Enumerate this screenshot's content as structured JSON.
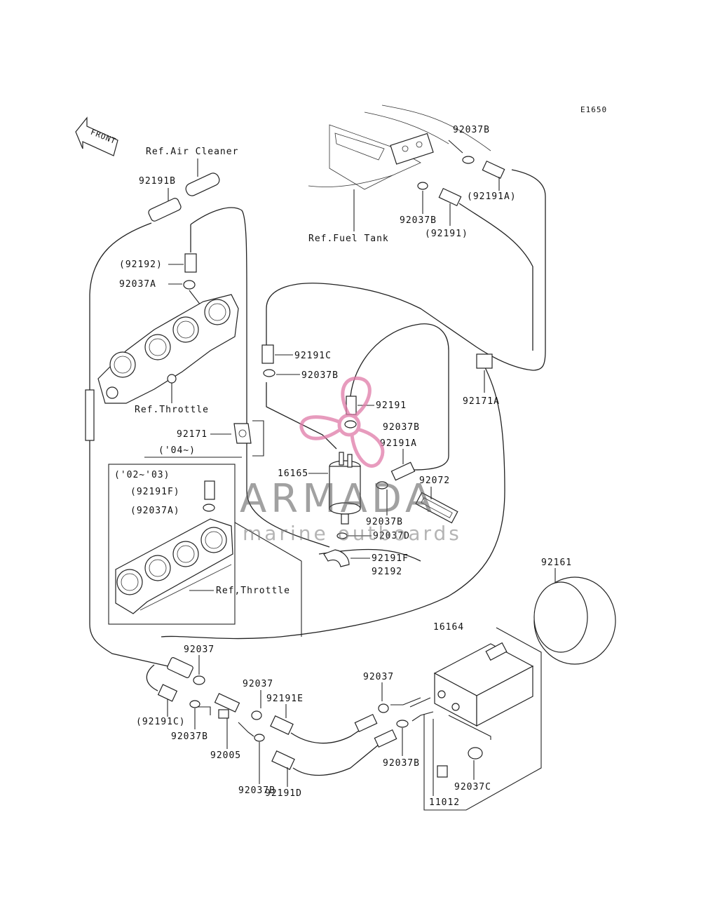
{
  "diagram_code": "E1650",
  "front_marker": "FRONT",
  "references": {
    "air_cleaner": "Ref.Air Cleaner",
    "fuel_tank": "Ref.Fuel Tank",
    "throttle_top": "Ref.Throttle",
    "throttle_bottom": "Ref,Throttle"
  },
  "labels": {
    "p92037B_top": "92037B",
    "p92191A_top": "(92191A)",
    "p92037B_tank": "92037B",
    "p92191_tank": "(92191)",
    "p92191B": "92191B",
    "p92192": "(92192)",
    "p92037A": "92037A",
    "p92191C_mid": "92191C",
    "p92037B_mid": "92037B",
    "p92171A": "92171A",
    "p92191_mid": "92191",
    "p92037B_pump": "92037B",
    "p92191A_pump": "92191A",
    "p92171": "92171",
    "year_04": "('04~)",
    "p16165": "16165",
    "p92072": "92072",
    "year_02_03": "('02~'03)",
    "p92191F_box": "(92191F)",
    "p92037A_box": "(92037A)",
    "p92037B_low": "92037B",
    "p92037D": "92037D",
    "p92191F": "92191F",
    "p92192_low": "92192",
    "p92161": "92161",
    "p16164": "16164",
    "p92037_left": "92037",
    "p92037_mid": "92037",
    "p92191E": "92191E",
    "p92037_right": "92037",
    "p92191C_bot": "(92191C)",
    "p92037B_bl": "92037B",
    "p92005": "92005",
    "p92037B_bm": "92037B",
    "p92191D": "92191D",
    "p92037B_br": "92037B",
    "p92037C": "92037C",
    "p11012": "11012"
  },
  "watermark": {
    "brand": "ARMADA",
    "tagline": "marine outboards",
    "logo_color": "#e07aa8"
  },
  "colors": {
    "line": "#222222",
    "background": "#ffffff"
  }
}
